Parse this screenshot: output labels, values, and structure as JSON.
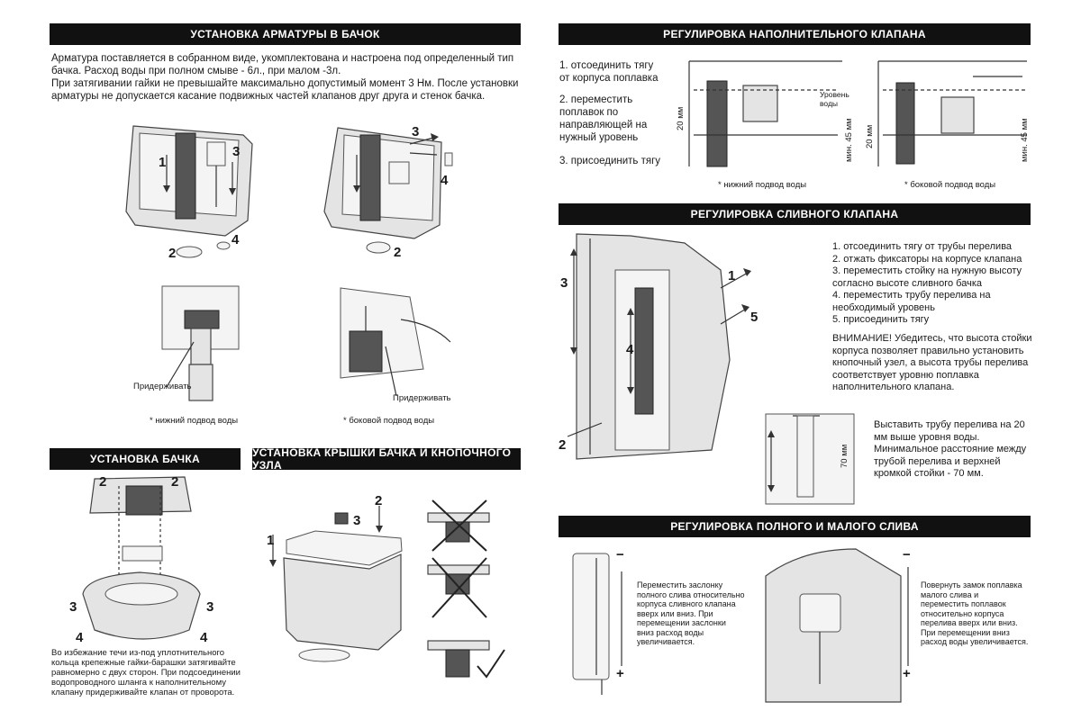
{
  "sections": {
    "install_fittings": {
      "title": "УСТАНОВКА АРМАТУРЫ В БАЧОК",
      "para1": "Арматура поставляется в собранном виде, укомплектована и настроена под определенный тип бачка. Расход воды при полном смыве - 6л., при малом -3л.",
      "para2": "При затягивании гайки не превышайте максимально допустимый момент 3 Нм. После установки арматуры не допускается касание подвижных частей клапанов друг друга и стенок бачка.",
      "hold_label_1": "Придерживать",
      "hold_label_2": "Придерживать",
      "caption_bottom": "* нижний подвод воды",
      "caption_side": "* боковой подвод воды",
      "steps": [
        "1",
        "2",
        "3",
        "4"
      ]
    },
    "install_tank": {
      "title": "УСТАНОВКА БАЧКА",
      "note": "Во избежание течи из-под уплотнительного кольца крепежные гайки-барашки затягивайте равномерно с двух сторон. При подсоединении водопроводного шланга к наполнительному клапану придерживайте клапан от проворота."
    },
    "install_lid": {
      "title": "УСТАНОВКА КРЫШКИ БАЧКА И КНОПОЧНОГО УЗЛА"
    },
    "fill_valve": {
      "title": "РЕГУЛИРОВКА НАПОЛНИТЕЛЬНОГО КЛАПАНА",
      "step1": "1. отсоединить тягу от корпуса поплавка",
      "step2": "2. переместить поплавок по направляющей на нужный уровень",
      "step3": "3. присоединить тягу",
      "dim_20": "20 мм",
      "dim_45": "мин. 45 мм",
      "water_level": "Уровень воды",
      "caption_bottom": "* нижний подвод воды",
      "caption_side": "* боковой подвод воды"
    },
    "drain_valve": {
      "title": "РЕГУЛИРОВКА СЛИВНОГО КЛАПАНА",
      "steps": [
        "1. отсоединить тягу от трубы перелива",
        "2. отжать фиксаторы на корпусе клапана",
        "3. переместить стойку на нужную высоту согласно высоте сливного бачка",
        "4. переместить трубу перелива на необходимый уровень",
        "5. присоединить тягу"
      ],
      "warning": "ВНИМАНИЕ! Убедитесь, что высота стойки корпуса позволяет правильно установить кнопочный узел, а высота трубы перелива соответствует уровню поплавка наполнительного клапана.",
      "overflow_note": "Выставить трубу перелива на 20 мм выше уровня воды. Минимальное расстояние между трубой перелива и верхней кромкой стойки - 70 мм.",
      "dim_70": "70 мм"
    },
    "flush_adjust": {
      "title": "РЕГУЛИРОВКА ПОЛНОГО И МАЛОГО СЛИВА",
      "full_note": "Переместить заслонку полного слива относительно корпуса сливного клапана вверх или вниз. При перемещении заслонки вниз расход воды увеличивается.",
      "small_note": "Повернуть замок поплавка малого слива и переместить поплавок относительно корпуса перелива вверх или вниз. При перемещении вниз расход воды увеличивается.",
      "minus": "−",
      "plus": "+"
    }
  }
}
